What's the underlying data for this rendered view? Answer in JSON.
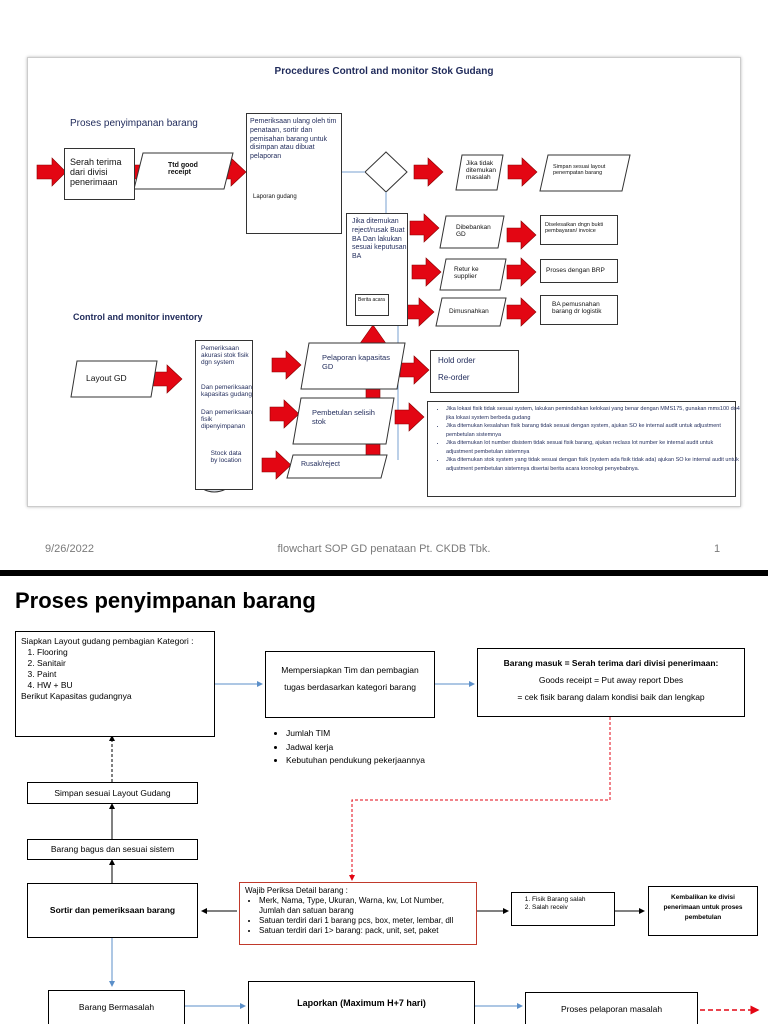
{
  "slide1": {
    "title": "Procedures Control and monitor Stok Gudang",
    "section_storage": "Proses penyimpanan barang",
    "section_control": "Control and monitor inventory",
    "serah_terima": "Serah terima dari divisi penerimaan",
    "ttd_receipt": "Ttd good receipt",
    "pemeriksaan_ulang": "Pemeriksaan ulang oleh tim penataan, sortir dan pemisahan barang untuk disimpan atau dibuat pelaporan",
    "laporan_gudang": "Laporan gudang",
    "jika_tidak": "Jika tidak ditemukan masalah",
    "simpan_sesuai": "Simpan sesuai layout penempatan barang",
    "jika_ditemukan": "Jika ditemukan reject/rusak Buat BA Dan lakukan sesuai keputusan BA",
    "berita_acara": "Berita acara",
    "dibebankan": "Dibebankan GD",
    "diselesaikan": "Diselesaikan dngn bukti pembayaran/ invoice",
    "retur": "Retur ke supplier",
    "proses_brp": "Proses dengan BRP",
    "dimusnahkan": "Dimusnahkan",
    "ba_pemusnahan": "BA pemusnahan barang dr logistik",
    "layout_gd": "Layout GD",
    "pemeriksaan_akurasi_1": "Pemeriksaan akurasi stok fisik dgn system",
    "pemeriksaan_akurasi_2": "Dan pemeriksaan kapasitas gudang",
    "pemeriksaan_akurasi_3": "Dan pemeriksaan fisik dipenyimpanan",
    "stock_data": "Stock data by location",
    "pelaporan_kapasitas": "Pelaporan kapasitas GD",
    "hold_order": "Hold order",
    "re_order": "Re-order",
    "pembetulan": "Pembetulan selisih stok",
    "rusak_reject": "Rusak/reject",
    "notes": [
      "Jika lokasi fisik tidak sesuai system, lakukan pemindahkan kelokasi yang benar dengan MMS175, gunakan mms100 do4 jika lokasi system berbeda gudang",
      "Jika ditemukan kesalahan fisik barang tidak sesuai dengan system, ajukan SO ke internal audit untuk adjustment pembetulan sistemnya",
      "Jika ditemukan lot number disistem tidak sesuai fisik barang, ajukan reclass lot number ke internal audit untuk adjustment pembetulan sistemnya",
      "Jika ditemukan stok system yang tidak sesuai dengan fisik (system ada fisik tidak ada) ajukan SO ke internal audit untuk adjustment pembetulan sistemnya disertai berita acara kronologi penyebabnya."
    ],
    "footer_date": "9/26/2022",
    "footer_title": "flowchart SOP GD penataan Pt. CKDB Tbk.",
    "footer_page": "1"
  },
  "slide2": {
    "title": "Proses penyimpanan barang",
    "siapkan_title": "Siapkan Layout gudang pembagian Kategori :",
    "kategori": [
      "Flooring",
      "Sanitair",
      "Paint",
      "HW + BU"
    ],
    "kapasitas": "Berikut Kapasitas gudangnya",
    "mempersiapkan": "Mempersiapkan Tim dan pembagian tugas berdasarkan kategori barang",
    "tim_items": [
      "Jumlah TIM",
      "Jadwal kerja",
      "Kebutuhan pendukung pekerjaannya"
    ],
    "barang_masuk": "Barang masuk = Serah terima dari divisi penerimaan:",
    "goods_receipt": "Goods receipt = Put away report Dbes",
    "cek_fisik": "= cek fisik barang dalam kondisi baik dan lengkap",
    "simpan_layout": "Simpan sesuai Layout Gudang",
    "barang_bagus": "Barang bagus dan sesuai sistem",
    "sortir": "Sortir dan pemeriksaan barang",
    "wajib_title": "Wajib Periksa Detail barang :",
    "wajib_items": [
      "Merk, Nama, Type, Ukuran, Warna, kw, Lot Number, Jumlah dan satuan barang",
      "Satuan terdiri dari 1 barang pcs, box, meter, lembar, dll",
      "Satuan terdiri dari 1> barang: pack, unit, set, paket"
    ],
    "fisik_items": [
      "Fisik Barang salah",
      "Salah receiv"
    ],
    "kembalikan": "Kembalikan ke divisi penerimaan untuk proses pembetulan",
    "barang_bermasalah": "Barang Bermasalah",
    "laporkan": "Laporkan (Maximum H+7 hari)",
    "proses_pelaporan": "Proses pelaporan masalah"
  },
  "colors": {
    "arrow_red": "#e30613",
    "text_navy": "#1f2a5a",
    "connector_blue": "#5b8fc9"
  }
}
